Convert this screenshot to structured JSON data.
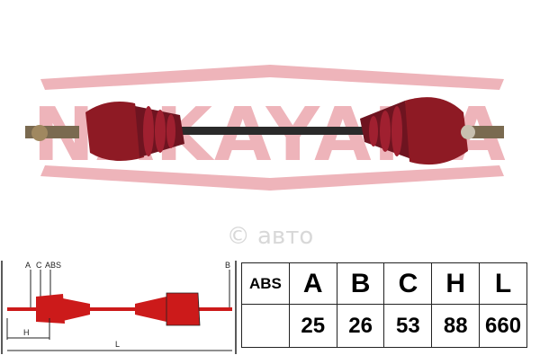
{
  "brand": {
    "logo_text": "NAKAYAMA",
    "color": "#e8a0a8"
  },
  "watermark": "© авто",
  "diagram": {
    "labels": {
      "a": "A",
      "c": "C",
      "abs": "ABS",
      "b": "B",
      "h": "H",
      "l": "L"
    }
  },
  "table": {
    "headers": {
      "abs": "ABS",
      "a": "A",
      "b": "B",
      "c": "C",
      "h": "H",
      "l": "L"
    },
    "values": {
      "abs": "",
      "a": "25",
      "b": "26",
      "c": "53",
      "h": "88",
      "l": "660"
    }
  },
  "colors": {
    "shaft_red": "#8e1a24",
    "shaft_dark": "#5a0a12",
    "diagram_red": "#cc1a1a"
  }
}
